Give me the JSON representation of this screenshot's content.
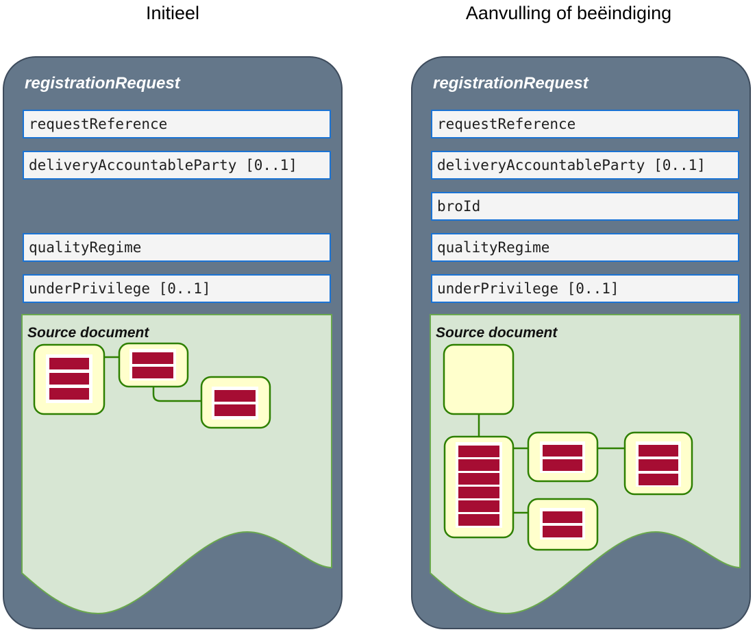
{
  "captions": {
    "left": "Initieel",
    "right": "Aanvulling of beëindiging"
  },
  "panels": [
    {
      "id": "initial",
      "title": "registrationRequest",
      "fields": [
        {
          "label": "requestReference"
        },
        {
          "label": "deliveryAccountableParty [0..1]"
        },
        {
          "label": "qualityRegime"
        },
        {
          "label": "underPrivilege [0..1]"
        }
      ],
      "source_document": {
        "title": "Source document",
        "nodes": 3
      }
    },
    {
      "id": "supplement-or-termination",
      "title": "registrationRequest",
      "fields": [
        {
          "label": "requestReference"
        },
        {
          "label": "deliveryAccountableParty [0..1]"
        },
        {
          "label": "broId"
        },
        {
          "label": "qualityRegime"
        },
        {
          "label": "underPrivilege [0..1]"
        }
      ],
      "source_document": {
        "title": "Source document",
        "nodes": 5
      }
    }
  ],
  "colors": {
    "panel-fill": "#64778a",
    "panel-border": "#3d4b5c",
    "field-fill": "#f4f4f4",
    "field-border": "#1a73d4",
    "field-text": "#1f1f1f",
    "green-fill": "#d7e6d3",
    "green-stroke": "#6aa84e",
    "node-fill": "#ffffcc",
    "node-stroke": "#2e8000",
    "bar-fill": "#a60d33",
    "title-text": "#ffffff",
    "caption-text": "#000000"
  }
}
